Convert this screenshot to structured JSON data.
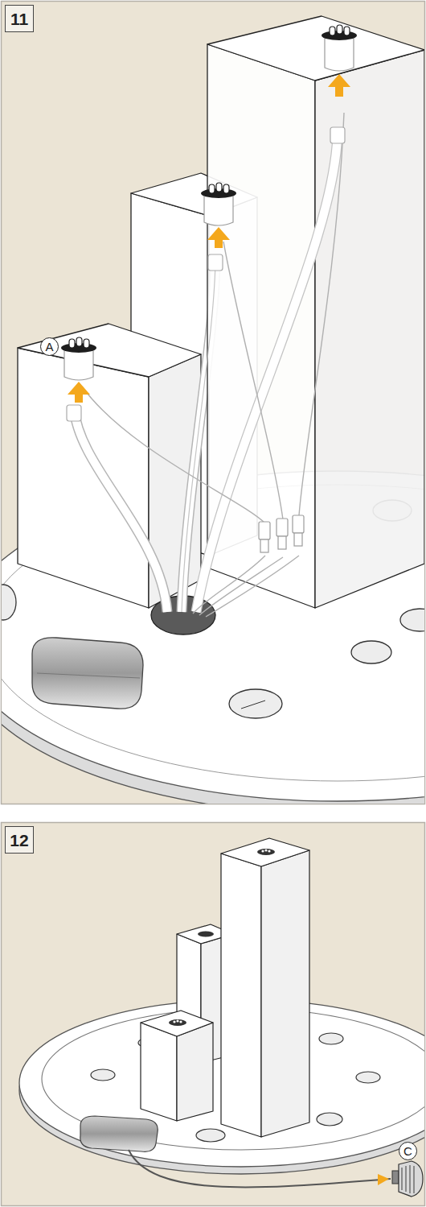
{
  "diagram": {
    "nodes": [
      {
        "text": [
          "11"
        ]
      },
      {
        "text": [
          "A"
        ]
      },
      {
        "text": [
          "12"
        ]
      },
      {
        "text": [
          "C"
        ]
      }
    ]
  }
}
